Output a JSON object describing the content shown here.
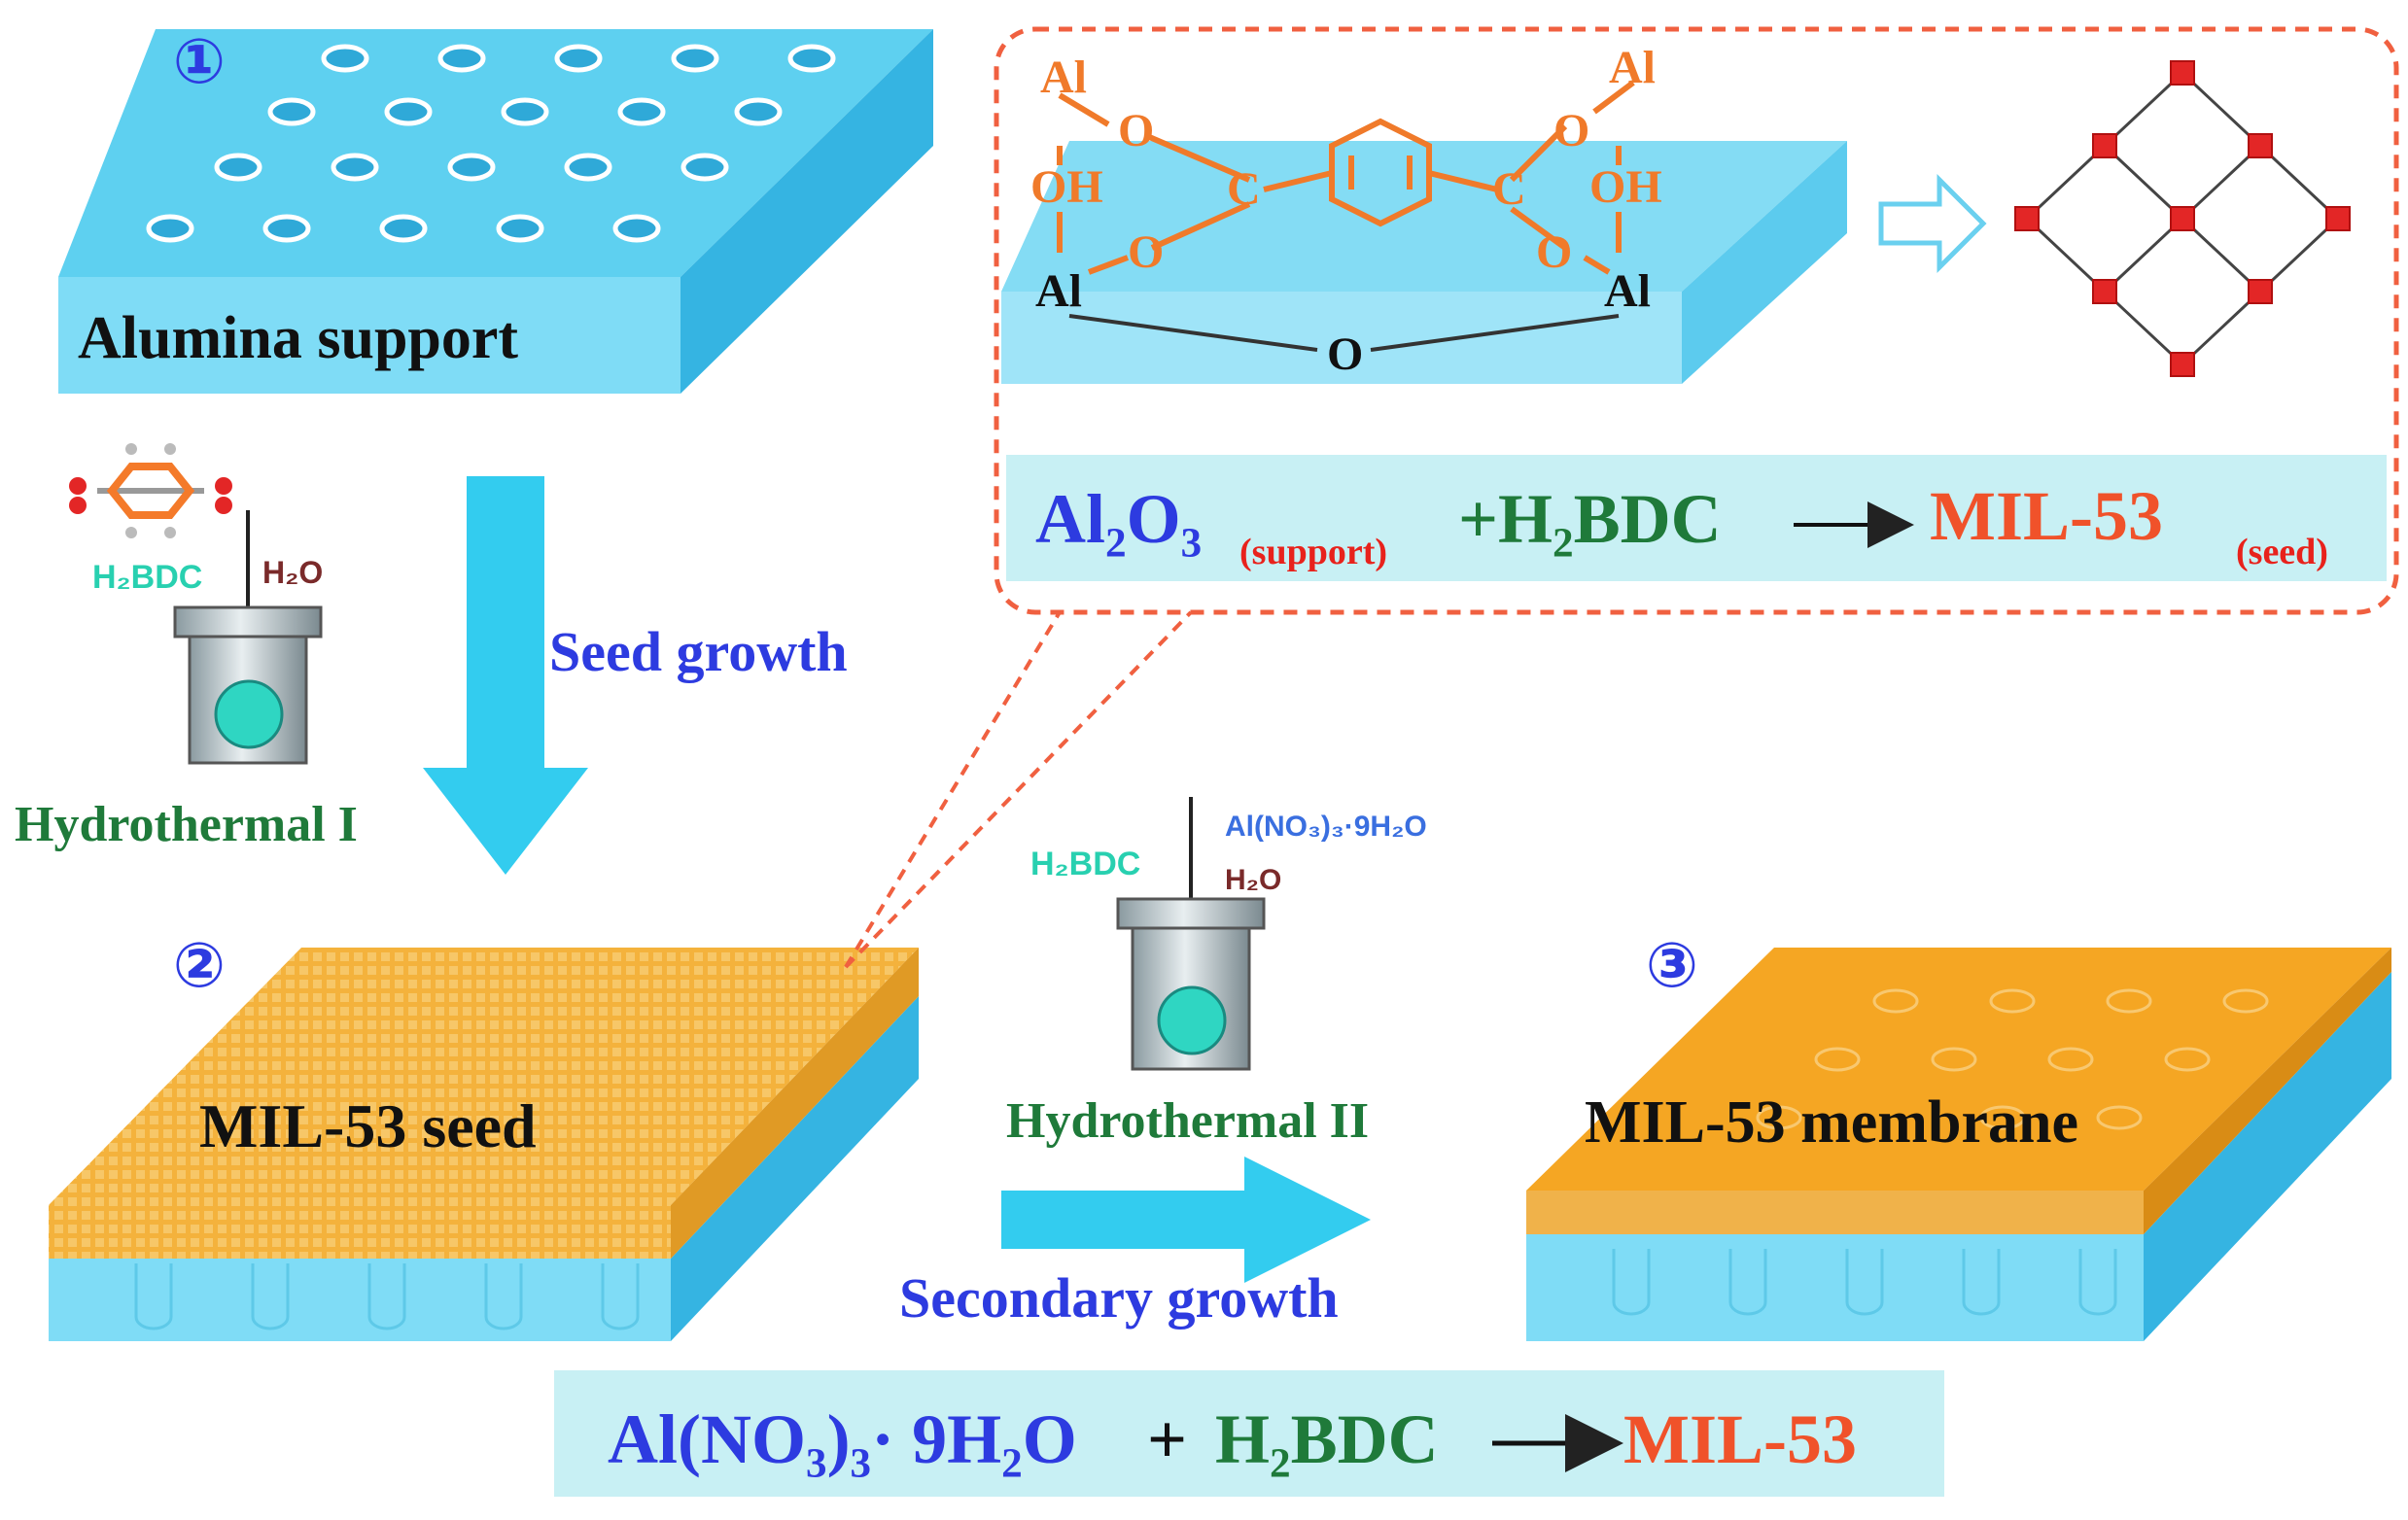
{
  "colors": {
    "support_top": "#5ed0f0",
    "support_side": "#3bb8e6",
    "support_front": "#7fdcf6",
    "seed_orange": "#f4b23c",
    "membrane_orange": "#f5a623",
    "arrow_cyan": "#33ccef",
    "label_blue": "#2d3be0",
    "label_green": "#1f7a3a",
    "label_orange_red": "#f0522a",
    "label_red": "#e8221c",
    "dashed_red": "#f06040",
    "equation_bg": "#c8f0f4"
  },
  "steps": {
    "step1": {
      "number": "①",
      "label": "Alumina support"
    },
    "step2": {
      "number": "②",
      "label": "MIL-53 seed"
    },
    "step3": {
      "number": "③",
      "label": "MIL-53 membrane"
    }
  },
  "hydrothermal1": {
    "ligand": "H₂BDC",
    "solvent": "H₂O",
    "label": "Hydrothermal I"
  },
  "seed_growth": {
    "label": "Seed growth"
  },
  "hydrothermal2": {
    "ligand": "H₂BDC",
    "salt": "Al(NO₃)₃·9H₂O",
    "solvent": "H₂O",
    "label": "Hydrothermal  II"
  },
  "secondary_growth": {
    "label": "Secondary growth"
  },
  "inset": {
    "atoms": {
      "al_top_left": "Al",
      "o_top_left": "O",
      "oh_left": "OH",
      "o_mid_left": "O",
      "al_bottom_left": "Al",
      "c_left": "C",
      "c_right": "C",
      "o_top_right": "O",
      "al_top_right": "Al",
      "oh_right": "OH",
      "o_mid_right": "O",
      "al_bottom_right": "Al",
      "o_bridge": "O"
    },
    "equation": {
      "reactant1": "Al₂O₃",
      "reactant1_sub": "(support)",
      "plus_reactant2": "+H₂BDC",
      "product": "MIL-53",
      "product_sub": "(seed)"
    }
  },
  "bottom_equation": {
    "reactant1": "Al(NO₃)₃· 9H₂O",
    "plus": "+",
    "reactant2": "H₂BDC",
    "product": "MIL-53"
  }
}
